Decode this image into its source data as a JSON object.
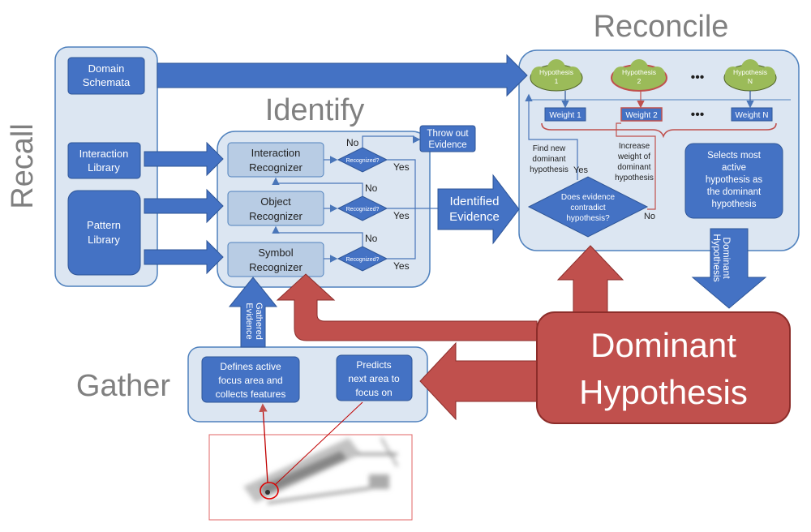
{
  "sections": {
    "recall": "Recall",
    "identify": "Identify",
    "reconcile": "Reconcile",
    "gather": "Gather"
  },
  "recall": {
    "domain_schemata": [
      "Domain",
      "Schemata"
    ],
    "interaction_library": [
      "Interaction",
      "Library"
    ],
    "pattern_library": [
      "Pattern",
      "Library"
    ]
  },
  "identify": {
    "recognizers": [
      [
        "Interaction",
        "Recognizer"
      ],
      [
        "Object",
        "Recognizer"
      ],
      [
        "Symbol",
        "Recognizer"
      ]
    ],
    "decision_label": "Recognized?",
    "no_label": "No",
    "yes_label": "Yes",
    "throw_out": [
      "Throw out",
      "Evidence"
    ],
    "identified_evidence": [
      "Identified",
      "Evidence"
    ]
  },
  "reconcile": {
    "hypotheses": [
      [
        "Hypothesis",
        "1"
      ],
      [
        "Hypothesis",
        "2"
      ],
      [
        "Hypothesis",
        "N"
      ]
    ],
    "weights": [
      "Weight 1",
      "Weight 2",
      "Weight N"
    ],
    "ellipsis": "•••",
    "find_new": [
      "Find new",
      "dominant",
      "hypothesis"
    ],
    "increase_weight": [
      "Increase",
      "weight of",
      "dominant",
      "hypothesis"
    ],
    "decision": [
      "Does evidence",
      "contradict",
      "hypothesis?"
    ],
    "yes_label": "Yes",
    "no_label": "No",
    "selects_most": [
      "Selects most",
      "active",
      "hypothesis as",
      "the dominant",
      "hypothesis"
    ],
    "dominant_arrow": [
      "Dominant",
      "Hypothesis"
    ]
  },
  "gather": {
    "defines": [
      "Defines active",
      "focus area and",
      "collects features"
    ],
    "predicts": [
      "Predicts",
      "next area to",
      "focus on"
    ],
    "gathered_evidence": [
      "Gathered",
      "Evidence"
    ]
  },
  "dominant_hypothesis": [
    "Dominant",
    "Hypothesis"
  ],
  "colors": {
    "panel_fill": "#dce6f2",
    "panel_stroke": "#4f81bd",
    "blue_box": "#4472c4",
    "blue_box_dark": "#2e5597",
    "light_box": "#b8cce4",
    "red": "#c0504d",
    "red_dark": "#8c2d2a",
    "green": "#9bbb59",
    "title_gray": "#808080"
  }
}
